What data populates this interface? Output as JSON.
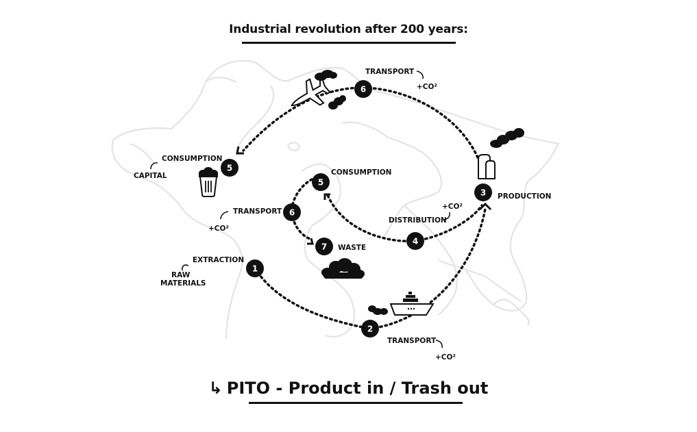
{
  "title": "Industrial revolution after 200 years:",
  "footer": {
    "arrow_icon": "↳",
    "text": "PITO - Product in / Trash out"
  },
  "outer_cycle": {
    "nodes": [
      {
        "number": "1",
        "label": "EXTRACTION",
        "sublabel": "RAW MATERIALS",
        "icon": "none"
      },
      {
        "number": "2",
        "label": "TRANSPORT",
        "sublabel": "+CO²",
        "icon": "cargo-ship-icon"
      },
      {
        "number": "3",
        "label": "PRODUCTION",
        "sublabel": "",
        "icon": "factory-chimney-icon"
      },
      {
        "number": "6",
        "label": "TRANSPORT",
        "sublabel": "+CO²",
        "icon": "airplane-icon"
      },
      {
        "number": "5",
        "label": "CONSUMPTION",
        "sublabel": "CAPITAL",
        "icon": "trash-bin-icon"
      }
    ]
  },
  "inner_cycle": {
    "nodes": [
      {
        "number": "4",
        "label": "DISTRIBUTION",
        "sublabel": "+CO²"
      },
      {
        "number": "5",
        "label": "CONSUMPTION",
        "sublabel": ""
      },
      {
        "number": "6",
        "label": "TRANSPORT",
        "sublabel": "+CO²"
      },
      {
        "number": "7",
        "label": "WASTE",
        "sublabel": "",
        "icon": "waste-pile-icon"
      }
    ]
  },
  "labels": {
    "raw": "RAW",
    "materials": "MATERIALS",
    "co2": "+CO²"
  }
}
